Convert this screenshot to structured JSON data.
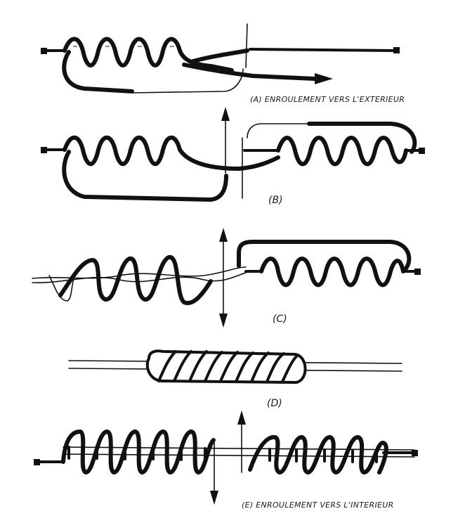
{
  "captions": {
    "a": "(A) ENROULEMENT VERS L'EXTERIEUR",
    "b": "(B)",
    "c": "(C)",
    "d": "(D)",
    "e": "(E) ENROULEMENT VERS L'INTERIEUR"
  }
}
